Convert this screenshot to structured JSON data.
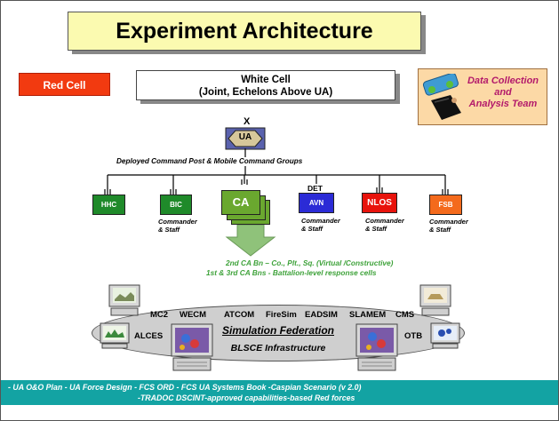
{
  "title": "Experiment Architecture",
  "red_cell": "Red Cell",
  "white_cell": {
    "line1": "White Cell",
    "line2": "(Joint, Echelons Above UA)"
  },
  "data_collection": {
    "line1": "Data Collection",
    "line2": "and",
    "line3": "Analysis Team"
  },
  "ua": {
    "echelon": "X",
    "label": "UA"
  },
  "deployed_label": "Deployed Command Post & Mobile Command Groups",
  "units": {
    "hhc": "HHC",
    "bic": "BIC",
    "ca": "CA",
    "avn": "AVN",
    "avn_prefix": "DET",
    "nlos": "NLOS",
    "fsb": "FSB"
  },
  "commander_staff": {
    "line1": "Commander",
    "line2": "& Staff"
  },
  "green_notes": [
    "2nd CA Bn – Co., Plt., Sq. (Virtual /Constructive)",
    "1st & 3rd CA Bns - Battalion-level response cells"
  ],
  "simulations": {
    "top_row": [
      "MC2",
      "WECM",
      "ATCOM",
      "FireSim",
      "EADSIM",
      "SLAMEM",
      "CMS"
    ],
    "left": "ALCES",
    "right": "OTB",
    "federation": "Simulation Federation",
    "infrastructure": "BLSCE Infrastructure"
  },
  "bottom_bar": {
    "line1": "- UA O&O Plan    - UA Force Design    - FCS ORD    - FCS UA Systems Book   -Caspian Scenario (v 2.0)",
    "line2": "-TRADOC DSCINT-approved capabilities-based Red forces"
  },
  "colors": {
    "title_bg": "#fbfab0",
    "red_cell": "#f23a10",
    "dc_bg": "#fcd9a6",
    "dc_text": "#b31a6b",
    "unit_green": "#1f8a2a",
    "ca_green": "#6aa82f",
    "avn_blue": "#2b2bd6",
    "nlos_red": "#e8130c",
    "fsb_orange": "#f46a1c",
    "ua_box": "#5a62ae",
    "ua_hex": "#d6c79a",
    "note_green": "#3ea23a",
    "bottom_bar": "#13a3a3",
    "ellipse": "#cfcfcf"
  },
  "icons": [
    "satellite-icon",
    "data-analyst-icon",
    "computer-terminal-icon",
    "people-cluster-icon",
    "military-unit-symbol-icon",
    "down-arrow-icon"
  ]
}
